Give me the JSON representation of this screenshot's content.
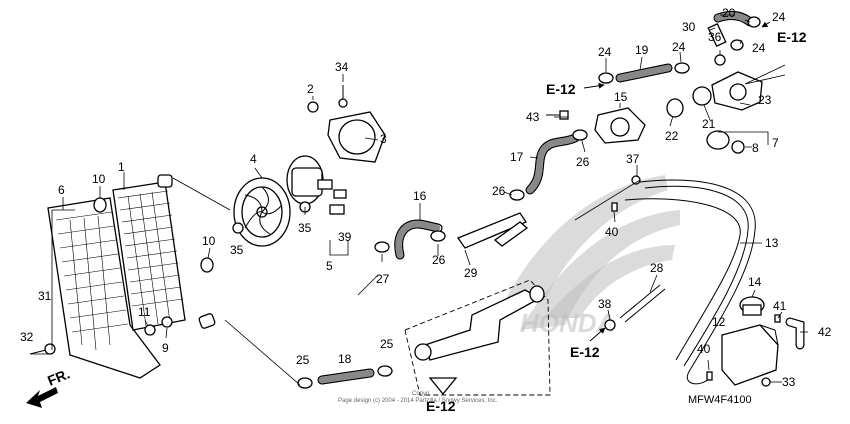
{
  "part_numbers": [
    {
      "id": "p1",
      "text": "1"
    },
    {
      "id": "p2",
      "text": "2"
    },
    {
      "id": "p3",
      "text": "3"
    },
    {
      "id": "p4",
      "text": "4"
    },
    {
      "id": "p5",
      "text": "5"
    },
    {
      "id": "p6",
      "text": "6"
    },
    {
      "id": "p7",
      "text": "7"
    },
    {
      "id": "p8",
      "text": "8"
    },
    {
      "id": "p9",
      "text": "9"
    },
    {
      "id": "p10a",
      "text": "10"
    },
    {
      "id": "p10b",
      "text": "10"
    },
    {
      "id": "p11",
      "text": "11"
    },
    {
      "id": "p12",
      "text": "12"
    },
    {
      "id": "p13",
      "text": "13"
    },
    {
      "id": "p14",
      "text": "14"
    },
    {
      "id": "p15",
      "text": "15"
    },
    {
      "id": "p16",
      "text": "16"
    },
    {
      "id": "p17",
      "text": "17"
    },
    {
      "id": "p18",
      "text": "18"
    },
    {
      "id": "p19",
      "text": "19"
    },
    {
      "id": "p20",
      "text": "20"
    },
    {
      "id": "p21",
      "text": "21"
    },
    {
      "id": "p22",
      "text": "22"
    },
    {
      "id": "p23",
      "text": "23"
    },
    {
      "id": "p24a",
      "text": "24"
    },
    {
      "id": "p24b",
      "text": "24"
    },
    {
      "id": "p24c",
      "text": "24"
    },
    {
      "id": "p24d",
      "text": "24"
    },
    {
      "id": "p25a",
      "text": "25"
    },
    {
      "id": "p25b",
      "text": "25"
    },
    {
      "id": "p26a",
      "text": "26"
    },
    {
      "id": "p26b",
      "text": "26"
    },
    {
      "id": "p26c",
      "text": "26"
    },
    {
      "id": "p27",
      "text": "27"
    },
    {
      "id": "p28",
      "text": "28"
    },
    {
      "id": "p29",
      "text": "29"
    },
    {
      "id": "p30",
      "text": "30"
    },
    {
      "id": "p31",
      "text": "31"
    },
    {
      "id": "p32",
      "text": "32"
    },
    {
      "id": "p33",
      "text": "33"
    },
    {
      "id": "p34",
      "text": "34"
    },
    {
      "id": "p35a",
      "text": "35"
    },
    {
      "id": "p35b",
      "text": "35"
    },
    {
      "id": "p36",
      "text": "36"
    },
    {
      "id": "p37",
      "text": "37"
    },
    {
      "id": "p38",
      "text": "38"
    },
    {
      "id": "p39",
      "text": "39"
    },
    {
      "id": "p40a",
      "text": "40"
    },
    {
      "id": "p40b",
      "text": "40"
    },
    {
      "id": "p41",
      "text": "41"
    },
    {
      "id": "p42",
      "text": "42"
    },
    {
      "id": "p43",
      "text": "43"
    }
  ],
  "references": [
    {
      "id": "e12a",
      "text": "E-12"
    },
    {
      "id": "e12b",
      "text": "E-12"
    },
    {
      "id": "e12c",
      "text": "E-12"
    },
    {
      "id": "e12d",
      "text": "E-12"
    }
  ],
  "front_label": "FR.",
  "diagram_code": "MFW4F4100",
  "copyright_line1": "Copyri",
  "copyright_line2": "Page design (c) 2004 - 2014 Partzilla / Snowy Services, Inc.",
  "watermark_text": "HONDA"
}
